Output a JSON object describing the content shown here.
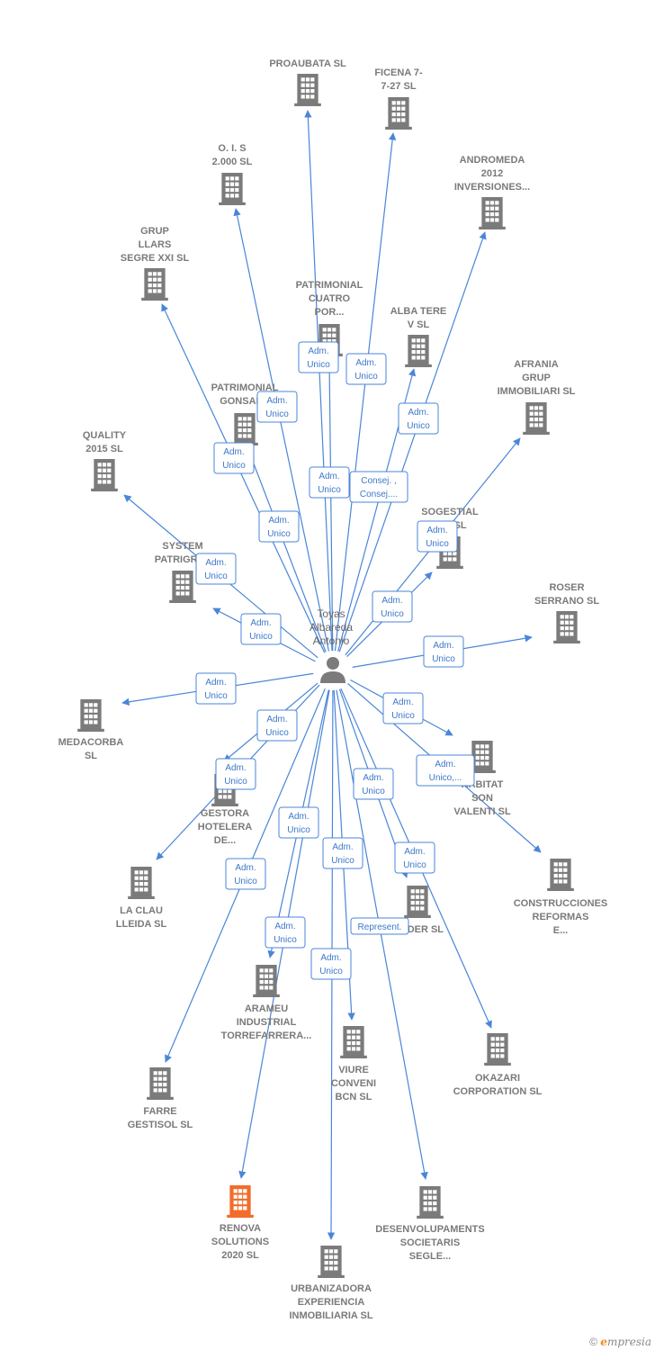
{
  "colors": {
    "edge": "#4a86d8",
    "building": "#7b7b7b",
    "highlight": "#f26c2a",
    "label": "#7a7a7a"
  },
  "center": {
    "lines": [
      "Toyas",
      "Albareda",
      "Antonio"
    ],
    "icon": "person-icon"
  },
  "companies": [
    {
      "id": "proaubata",
      "lines": [
        "PROAUBATA SL"
      ]
    },
    {
      "id": "ficena",
      "lines": [
        "FICENA 7-",
        "7-27  SL"
      ]
    },
    {
      "id": "andromeda",
      "lines": [
        "ANDROMEDA",
        "2012",
        "INVERSIONES..."
      ]
    },
    {
      "id": "ois",
      "lines": [
        "O.  I.  S",
        "2.000  SL"
      ]
    },
    {
      "id": "grup-llars",
      "lines": [
        "GRUP",
        "LLARS",
        "SEGRE XXI SL"
      ]
    },
    {
      "id": "patrimonial-cuatro",
      "lines": [
        "PATRIMONIAL",
        "CUATRO",
        "POR..."
      ]
    },
    {
      "id": "alba-tere",
      "lines": [
        "ALBA TERE",
        "V  SL"
      ]
    },
    {
      "id": "afrania",
      "lines": [
        "AFRANIA",
        "GRUP",
        "IMMOBILIARI SL"
      ]
    },
    {
      "id": "patrimonial-gonsans",
      "lines": [
        "PATRIMONIAL",
        "GONSANS"
      ]
    },
    {
      "id": "quality",
      "lines": [
        "QUALITY",
        "2015  SL"
      ]
    },
    {
      "id": "sogestial",
      "lines": [
        "SOGESTIAL",
        "...KI  SL"
      ]
    },
    {
      "id": "system-patrigrep",
      "lines": [
        "SYSTEM",
        "PATRIGREP"
      ]
    },
    {
      "id": "roser",
      "lines": [
        "ROSER",
        "SERRANO SL"
      ]
    },
    {
      "id": "medacorba",
      "lines": [
        "MEDACORBA",
        "SL"
      ]
    },
    {
      "id": "habitat",
      "lines": [
        "HABITAT",
        "SON",
        "VALENTI  SL"
      ]
    },
    {
      "id": "gestora",
      "lines": [
        "GESTORA",
        "HOTELERA",
        "DE..."
      ]
    },
    {
      "id": "construcciones",
      "lines": [
        "CONSTRUCCIONES",
        "REFORMAS",
        "E..."
      ]
    },
    {
      "id": "la-clau",
      "lines": [
        "LA CLAU",
        "LLEIDA SL"
      ]
    },
    {
      "id": "oder",
      "lines": [
        "...ODER SL"
      ]
    },
    {
      "id": "arameu",
      "lines": [
        "ARAMEU",
        "INDUSTRIAL",
        "TORREFARRERA..."
      ]
    },
    {
      "id": "viure",
      "lines": [
        "VIURE",
        "CONVENI",
        "BCN  SL"
      ]
    },
    {
      "id": "okazari",
      "lines": [
        "OKAZARI",
        "CORPORATION SL"
      ]
    },
    {
      "id": "farre",
      "lines": [
        "FARRE",
        "GESTISOL SL"
      ]
    },
    {
      "id": "renova",
      "lines": [
        "RENOVA",
        "SOLUTIONS",
        "2020  SL"
      ],
      "highlight": true
    },
    {
      "id": "desenvolupaments",
      "lines": [
        "DESENVOLUPAMENTS",
        "SOCIETARIS",
        "SEGLE..."
      ]
    },
    {
      "id": "urbanizadora",
      "lines": [
        "URBANIZADORA",
        "EXPERIENCIA",
        "INMOBILIARIA SL"
      ]
    }
  ],
  "relations": [
    {
      "target": "proaubata",
      "lines": [
        "Adm.",
        "Unico"
      ]
    },
    {
      "target": "ficena",
      "lines": [
        "Adm.",
        "Unico"
      ]
    },
    {
      "target": "andromeda",
      "lines": [
        "Consej. ,",
        "Consej...."
      ]
    },
    {
      "target": "ois",
      "lines": [
        "Adm.",
        "Unico"
      ]
    },
    {
      "target": "grup-llars",
      "lines": [
        "Adm.",
        "Unico"
      ]
    },
    {
      "target": "patrimonial-cuatro",
      "lines": [
        "Adm.",
        "Unico"
      ]
    },
    {
      "target": "alba-tere",
      "lines": [
        "Adm.",
        "Unico"
      ]
    },
    {
      "target": "afrania",
      "lines": [
        "Adm.",
        "Unico"
      ]
    },
    {
      "target": "patrimonial-gonsans",
      "lines": [
        "Adm.",
        "Unico"
      ]
    },
    {
      "target": "quality",
      "lines": [
        "Adm.",
        "Unico"
      ]
    },
    {
      "target": "sogestial",
      "lines": [
        "Adm.",
        "Unico"
      ]
    },
    {
      "target": "system-patrigrep",
      "lines": [
        "Adm.",
        "Unico"
      ]
    },
    {
      "target": "roser",
      "lines": [
        "Adm.",
        "Unico"
      ]
    },
    {
      "target": "medacorba",
      "lines": [
        "Adm.",
        "Unico"
      ]
    },
    {
      "target": "habitat",
      "lines": [
        "Adm.",
        "Unico"
      ]
    },
    {
      "target": "gestora",
      "lines": [
        "Adm.",
        "Unico"
      ]
    },
    {
      "target": "construcciones",
      "lines": [
        "Adm.",
        "Unico,..."
      ]
    },
    {
      "target": "la-clau",
      "lines": [
        "Adm.",
        "Unico"
      ]
    },
    {
      "target": "oder",
      "lines": [
        "Adm.",
        "Unico"
      ]
    },
    {
      "target": "arameu",
      "lines": [
        "Adm.",
        "Unico"
      ]
    },
    {
      "target": "viure",
      "lines": [
        "Adm.",
        "Unico"
      ]
    },
    {
      "target": "okazari",
      "lines": [
        "Adm.",
        "Unico"
      ]
    },
    {
      "target": "farre",
      "lines": [
        "Adm.",
        "Unico"
      ]
    },
    {
      "target": "renova",
      "lines": [
        "Adm.",
        "Unico"
      ]
    },
    {
      "target": "desenvolupaments",
      "lines": [
        "Represent."
      ]
    },
    {
      "target": "urbanizadora",
      "lines": [
        "Adm.",
        "Unico"
      ]
    }
  ],
  "footer": {
    "copyright": "©",
    "brand_initial": "e",
    "brand_rest": "mpresia"
  }
}
